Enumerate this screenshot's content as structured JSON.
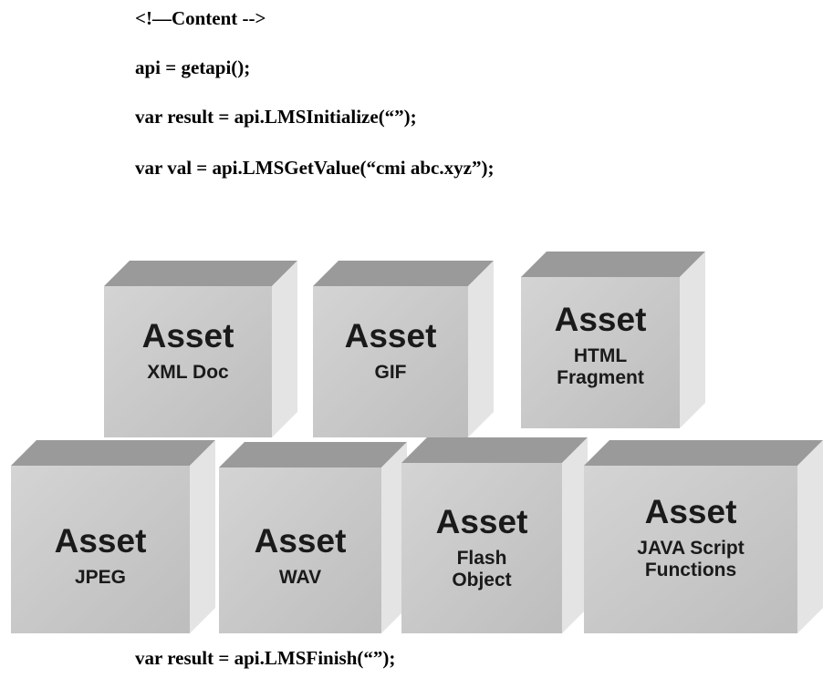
{
  "code_lines": [
    "<!—Content -->",
    "api = getapi();",
    "var result = api.LMSInitialize(“”);",
    "var val = api.LMSGetValue(“cmi abc.xyz”);",
    "var result = api.LMSFinish(“”);"
  ],
  "colors": {
    "front_face": "#c9c9c9",
    "top_face": "#9a9a9a",
    "side_face": "#e4e4e4",
    "text": "#1a1a1a"
  },
  "assets": [
    {
      "title": "Asset",
      "sub": "XML Doc"
    },
    {
      "title": "Asset",
      "sub": "GIF"
    },
    {
      "title": "Asset",
      "sub": "HTML\nFragment"
    },
    {
      "title": "Asset",
      "sub": "JPEG"
    },
    {
      "title": "Asset",
      "sub": "WAV"
    },
    {
      "title": "Asset",
      "sub": "Flash\nObject"
    },
    {
      "title": "Asset",
      "sub": "JAVA Script\nFunctions"
    }
  ]
}
